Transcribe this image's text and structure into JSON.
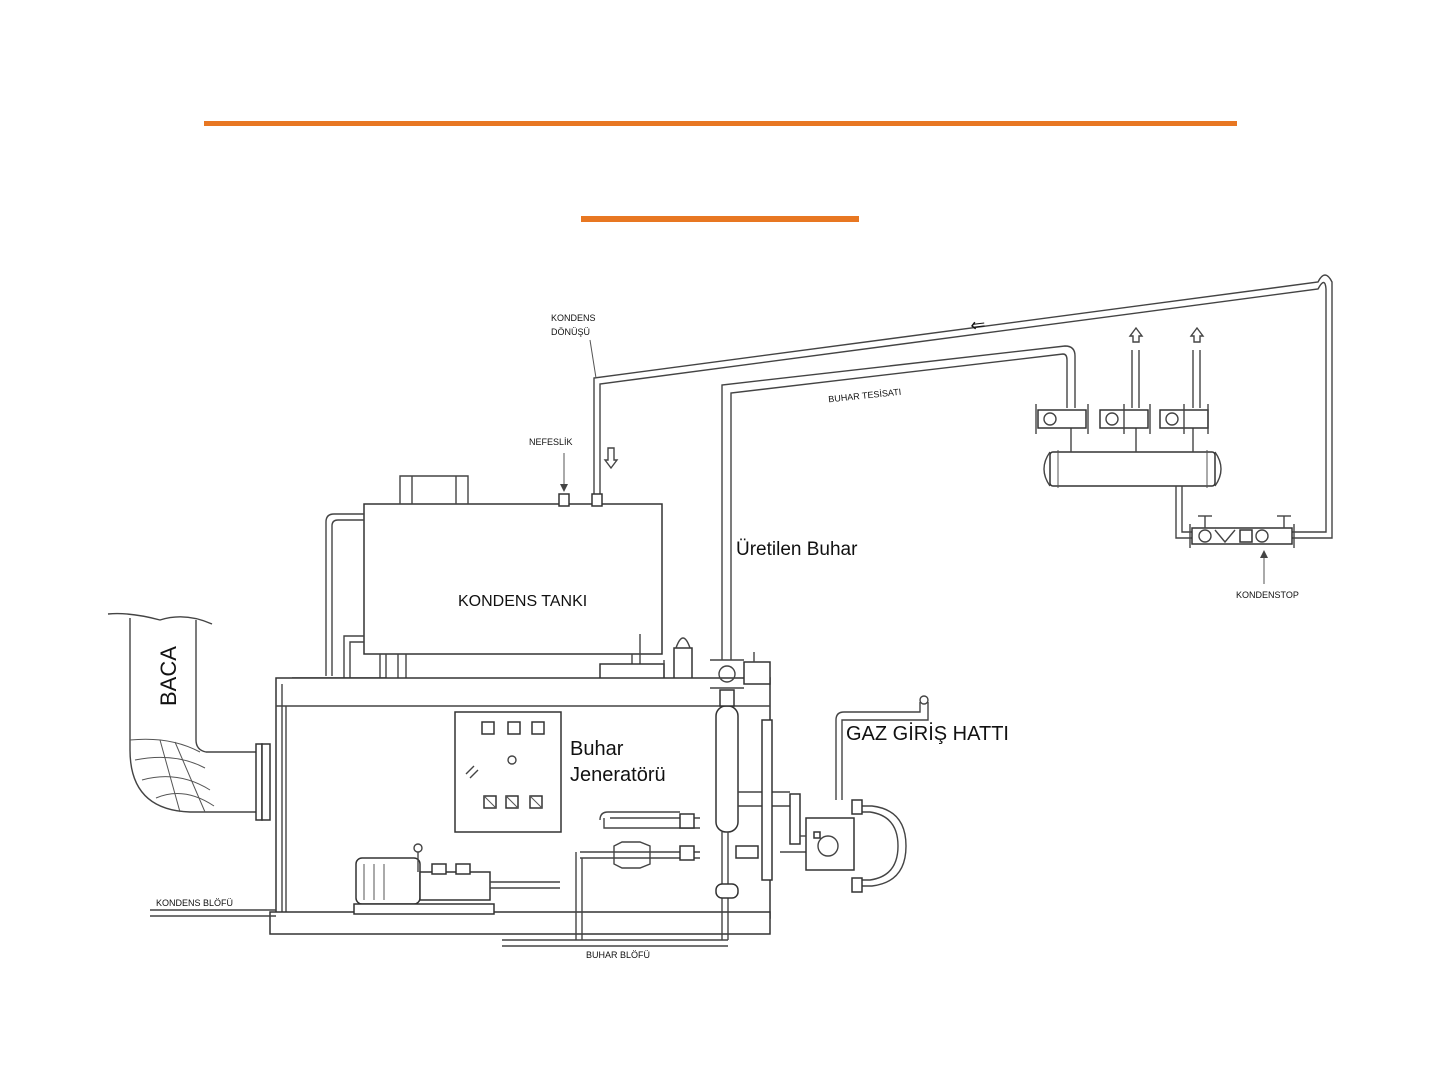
{
  "colors": {
    "accent": "#e87722",
    "line": "#444444",
    "background": "#ffffff"
  },
  "labels": {
    "kondens_donusu_1": "KONDENS",
    "kondens_donusu_2": "DÖNÜŞÜ",
    "nefeslik": "NEFESLİK",
    "buhar_tesisati": "BUHAR TESİSATI",
    "uretilen_buhar": "Üretilen Buhar",
    "kondens_tanki": "KONDENS TANKI",
    "baca": "BACA",
    "buhar_jeneratoru_1": "Buhar",
    "buhar_jeneratoru_2": "Jeneratörü",
    "gaz_giris_hatti": "GAZ GİRİŞ HATTI",
    "kondenstop": "KONDENSTOP",
    "kondens_blofu": "KONDENS BLÖFÜ",
    "buhar_blofu": "BUHAR BLÖFÜ",
    "flow_arrow": "⇐"
  },
  "icons": [
    "arrow-down-icon",
    "arrow-up-icon",
    "arrow-left-icon",
    "valve-icon",
    "pump-icon",
    "control-panel-icon"
  ]
}
